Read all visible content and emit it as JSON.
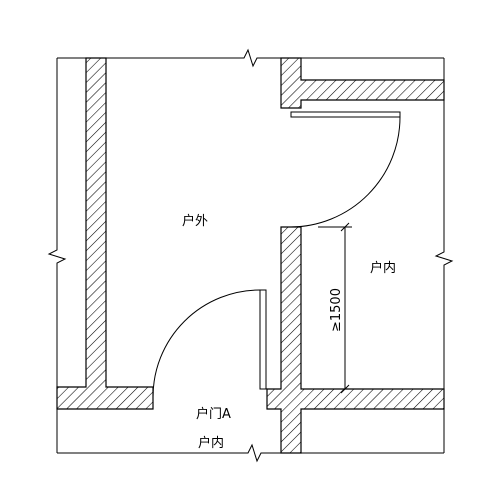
{
  "labels": {
    "outside": "户外",
    "inside_right": "户内",
    "door": "户门A",
    "inside_bottom": "户内",
    "dimension": "≥1500"
  }
}
